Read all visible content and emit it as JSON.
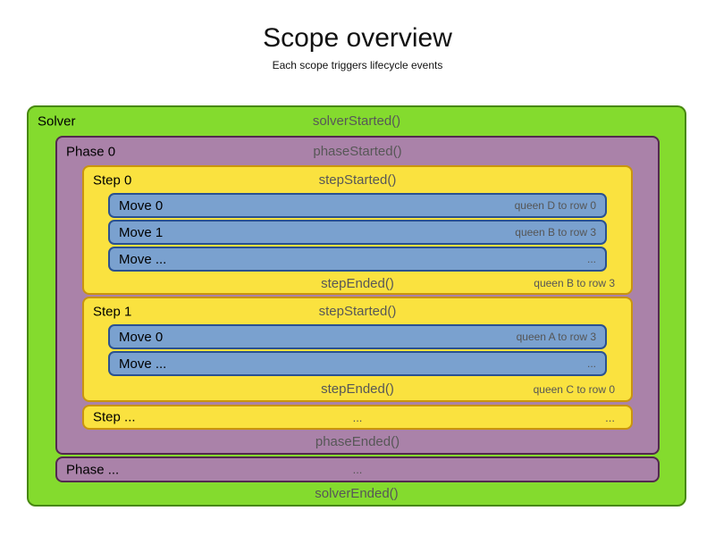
{
  "header": {
    "title": "Scope overview",
    "subtitle": "Each scope triggers lifecycle events"
  },
  "colors": {
    "solver_green": "#84db2e",
    "solver_border": "#47880f",
    "phase_purple": "#aa82a9",
    "phase_border": "#53294f",
    "step_yellow": "#fae23f",
    "step_border": "#c9940e",
    "move_blue": "#7aa1cf",
    "move_border": "#2a5191",
    "event_gray": "#575757"
  },
  "solver": {
    "label": "Solver",
    "started_event": "solverStarted()",
    "ended_event": "solverEnded()",
    "phase0": {
      "label": "Phase 0",
      "started_event": "phaseStarted()",
      "ended_event": "phaseEnded()",
      "step0": {
        "label": "Step 0",
        "started_event": "stepStarted()",
        "ended_event": "stepEnded()",
        "ended_note": "queen B to row 3",
        "moves": [
          {
            "label": "Move 0",
            "note": "queen D to row 0"
          },
          {
            "label": "Move 1",
            "note": "queen B to row 3"
          },
          {
            "label": "Move ...",
            "note": "..."
          }
        ]
      },
      "step1": {
        "label": "Step 1",
        "started_event": "stepStarted()",
        "ended_event": "stepEnded()",
        "ended_note": "queen C to row 0",
        "moves": [
          {
            "label": "Move 0",
            "note": "queen A to row 3"
          },
          {
            "label": "Move ...",
            "note": "..."
          }
        ]
      },
      "step_more": {
        "label": "Step ...",
        "center_text": "...",
        "right_text": "..."
      }
    },
    "phase_more": {
      "label": "Phase ...",
      "center_text": "..."
    }
  }
}
